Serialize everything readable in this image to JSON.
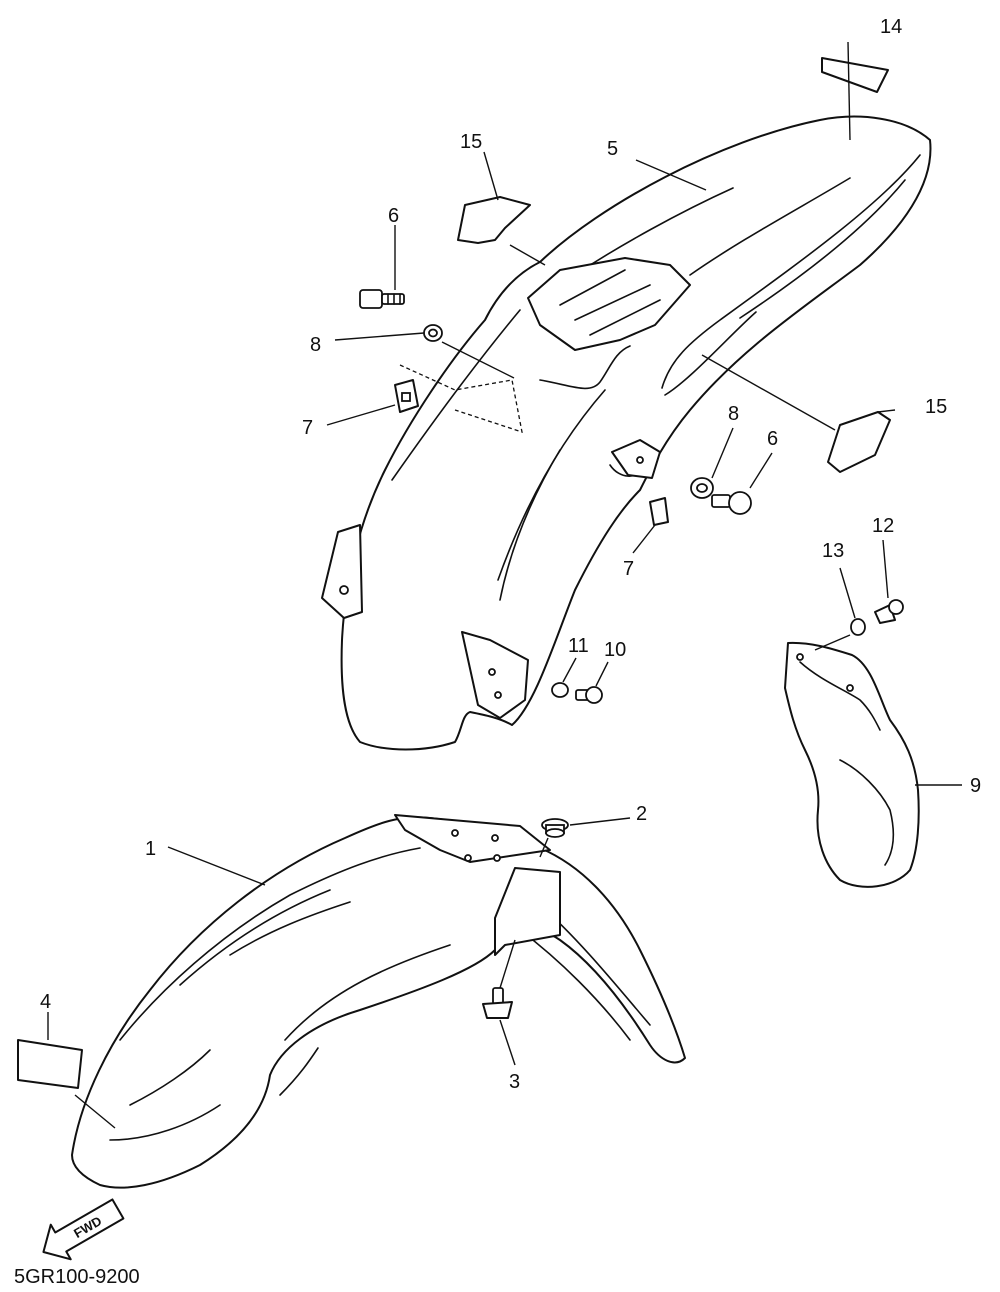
{
  "diagram": {
    "code": "5GR100-9200",
    "fwd_arrow_label": "FWD",
    "callouts": {
      "c1": "1",
      "c2": "2",
      "c3": "3",
      "c4": "4",
      "c5": "5",
      "c6a": "6",
      "c6b": "6",
      "c7a": "7",
      "c7b": "7",
      "c8a": "8",
      "c8b": "8",
      "c9": "9",
      "c10": "10",
      "c11": "11",
      "c12": "12",
      "c13": "13",
      "c14": "14",
      "c15a": "15",
      "c15b": "15"
    }
  }
}
